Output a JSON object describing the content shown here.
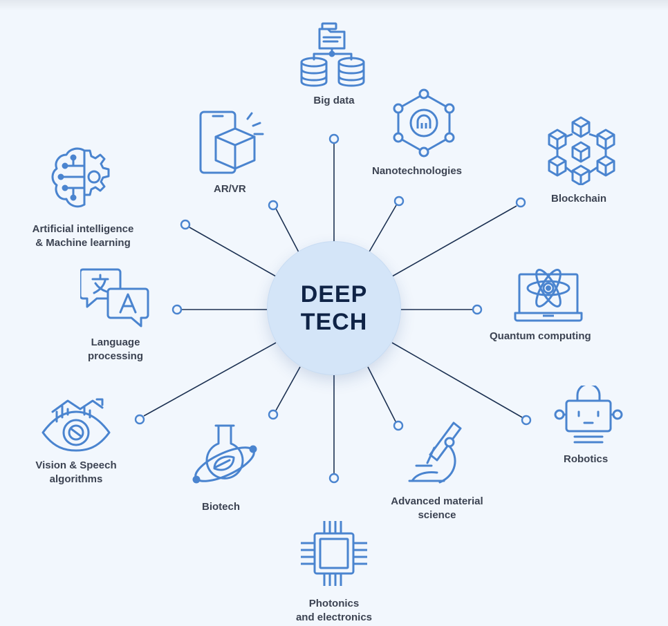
{
  "hub": {
    "line1": "DEEP",
    "line2": "TECH"
  },
  "colors": {
    "icon": "#4a84cf",
    "spoke": "#1c3152",
    "hub_fill": "#d4e5f8",
    "hub_text": "#0f2346",
    "label": "#3c4352",
    "background": "#f2f7fd"
  },
  "items": {
    "big_data": {
      "line1": "Big data",
      "icon": "database-icon"
    },
    "nanotech": {
      "line1": "Nanotechnologies",
      "icon": "nanotech-icon"
    },
    "blockchain": {
      "line1": "Blockchain",
      "icon": "blockchain-icon"
    },
    "quantum": {
      "line1": "Quantum computing",
      "icon": "quantum-laptop-icon"
    },
    "robotics": {
      "line1": "Robotics",
      "icon": "robot-icon"
    },
    "materials": {
      "line1": "Advanced material",
      "line2": "science",
      "icon": "microscope-icon"
    },
    "photonics": {
      "line1": "Photonics",
      "line2": "and electronics",
      "icon": "chip-icon"
    },
    "biotech": {
      "line1": "Biotech",
      "icon": "flask-icon"
    },
    "vision": {
      "line1": "Vision & Speech",
      "line2": "algorithms",
      "icon": "eye-icon"
    },
    "language": {
      "line1": "Language",
      "line2": "processing",
      "icon": "translate-icon"
    },
    "ai": {
      "line1": "Artificial intelligence",
      "line2": "& Machine learning",
      "icon": "brain-gear-icon"
    },
    "arvr": {
      "line1": "AR/VR",
      "icon": "ar-vr-icon"
    }
  }
}
